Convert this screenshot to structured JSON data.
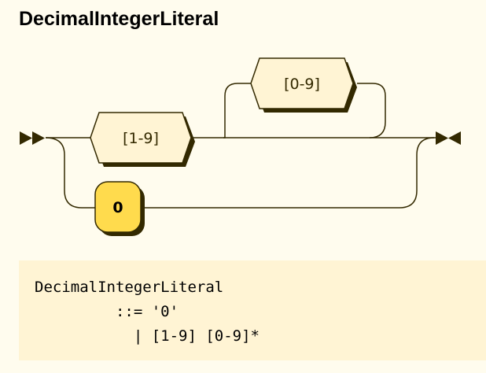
{
  "rule": {
    "name": "DecimalIntegerLiteral"
  },
  "diagram": {
    "nodes": {
      "nonzero": {
        "label": "[1-9]",
        "kind": "charclass"
      },
      "digit": {
        "label": "[0-9]",
        "kind": "charclass"
      },
      "zero": {
        "label": "0",
        "kind": "terminal"
      }
    }
  },
  "ebnf": {
    "lines": [
      "DecimalIntegerLiteral",
      "         ::= '0'",
      "           | [1-9] [0-9]*"
    ]
  },
  "colors": {
    "background": "#fffcee",
    "line": "#332900",
    "charclass_fill": "#fff4d4",
    "terminal_fill": "#ffdb4d",
    "ebnf_background": "#fff4d4"
  }
}
